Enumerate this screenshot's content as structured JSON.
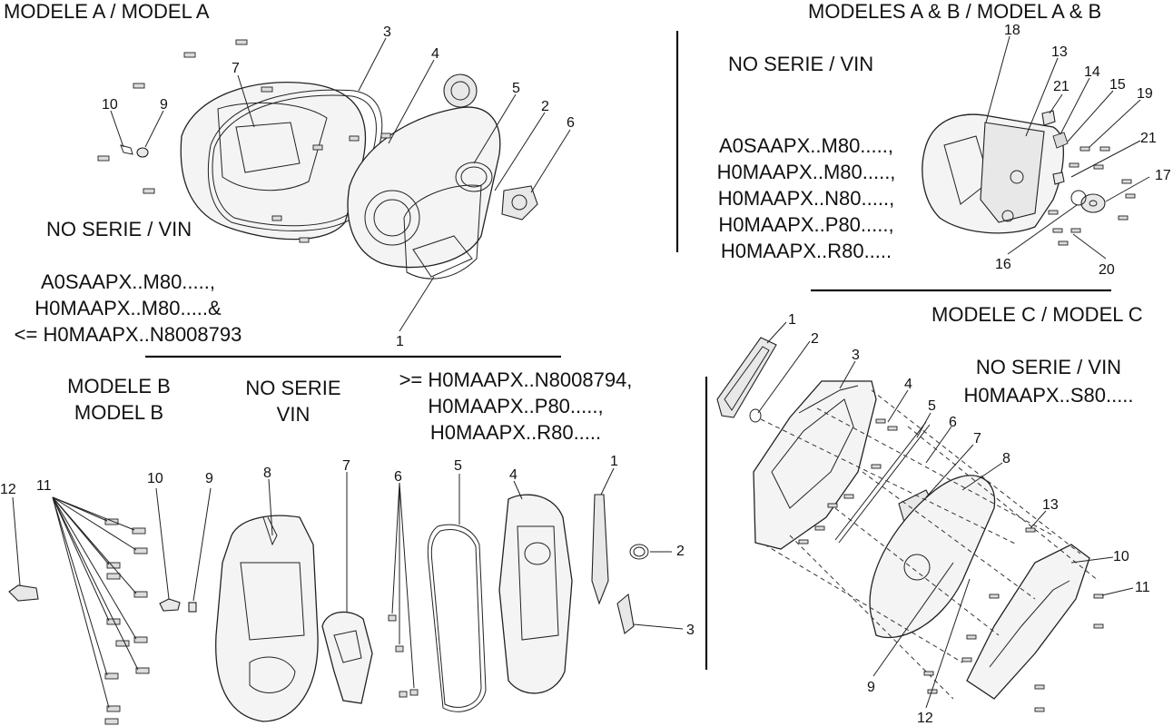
{
  "sections": {
    "model_a": {
      "title": "MODELE A / MODEL A",
      "vin_heading": "NO SERIE / VIN",
      "vin_lines": [
        "A0SAAPX..M80.....,",
        "H0MAAPX..M80.....&",
        "<= H0MAAPX..N8008793"
      ],
      "callouts": [
        "3",
        "4",
        "7",
        "5",
        "2",
        "10",
        "9",
        "6",
        "1"
      ]
    },
    "model_ab": {
      "title": "MODELES A & B / MODEL A & B",
      "vin_heading": "NO SERIE / VIN",
      "vin_lines": [
        "A0SAAPX..M80.....,",
        "H0MAAPX..M80.....,",
        "H0MAAPX..N80.....,",
        "H0MAAPX..P80.....,",
        "H0MAAPX..R80....."
      ],
      "callouts": [
        "18",
        "13",
        "14",
        "15",
        "21",
        "19",
        "21",
        "17",
        "16",
        "20"
      ]
    },
    "model_b": {
      "title_line1": "MODELE B",
      "title_line2": "MODEL B",
      "vin_line1": "NO SERIE",
      "vin_line2": "VIN",
      "vin_lines": [
        ">= H0MAAPX..N8008794,",
        "H0MAAPX..P80.....,",
        "H0MAAPX..R80....."
      ],
      "callouts": [
        "12",
        "11",
        "10",
        "9",
        "8",
        "7",
        "6",
        "5",
        "4",
        "1",
        "2",
        "3"
      ]
    },
    "model_c": {
      "title": "MODELE C / MODEL C",
      "vin_heading": "NO SERIE / VIN",
      "vin_lines": [
        "H0MAAPX..S80....."
      ],
      "callouts": [
        "1",
        "2",
        "3",
        "4",
        "5",
        "6",
        "7",
        "8",
        "13",
        "10",
        "11",
        "9",
        "12"
      ]
    }
  }
}
